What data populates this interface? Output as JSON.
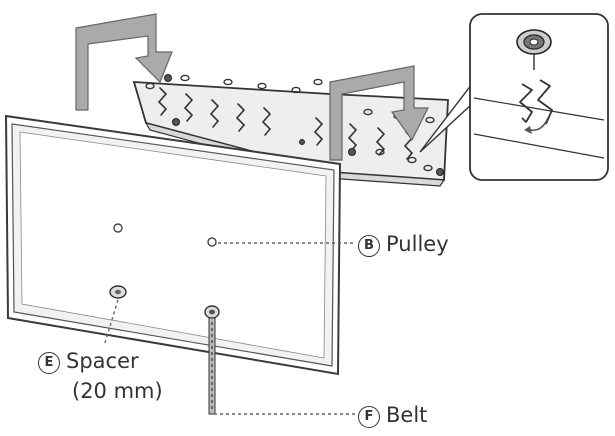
{
  "labels": {
    "pulley": {
      "letter": "B",
      "text": "Pulley"
    },
    "spacer": {
      "letter": "E",
      "text": "Spacer",
      "subtext": "(20 mm)"
    },
    "belt": {
      "letter": "F",
      "text": "Belt"
    }
  },
  "colors": {
    "line": "#333333",
    "bracket_fill": "#eeeeee",
    "arrow_fill": "#aaaaaa",
    "arrow_stroke": "#666666",
    "panel_edge": "#3a3a3a",
    "panel_inner": "#f2f2f2"
  }
}
